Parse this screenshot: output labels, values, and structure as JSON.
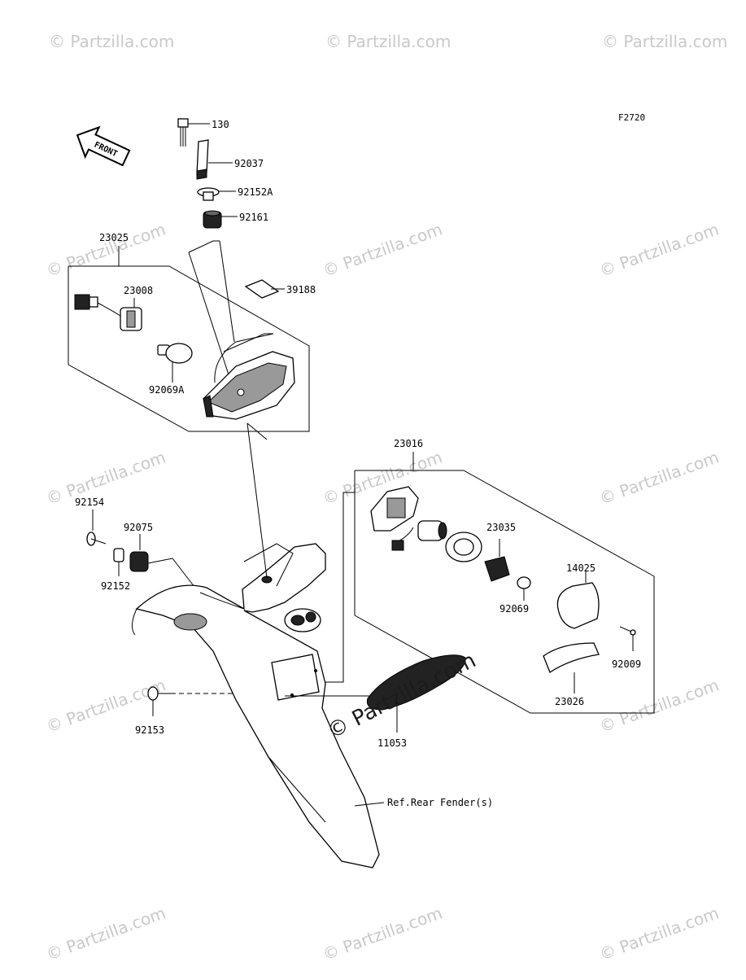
{
  "figure_code": "F2720",
  "front_label": "FRONT",
  "watermark": "© Partzilla.com",
  "reference": "Ref.Rear Fender(s)",
  "parts": {
    "p130": "130",
    "p92037": "92037",
    "p92152A": "92152A",
    "p92161": "92161",
    "p23025": "23025",
    "p23008": "23008",
    "p39188": "39188",
    "p92069A": "92069A",
    "p23016": "23016",
    "p23035": "23035",
    "p14025": "14025",
    "p92069": "92069",
    "p92009": "92009",
    "p23026": "23026",
    "p92154": "92154",
    "p92075": "92075",
    "p92152": "92152",
    "p92153": "92153",
    "p11053": "11053"
  }
}
